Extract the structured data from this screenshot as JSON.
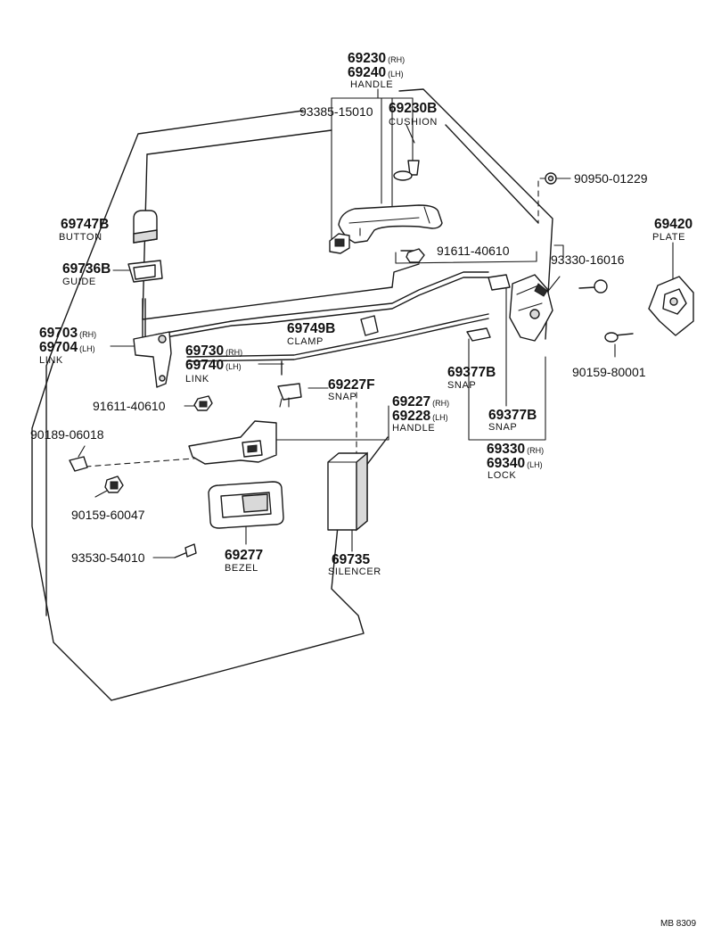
{
  "parts": {
    "handle_outer": {
      "number_rh": "69230",
      "suffix_rh": "(RH)",
      "number_lh": "69240",
      "suffix_lh": "(LH)",
      "name": "HANDLE"
    },
    "screw_93385": {
      "number": "93385-15010"
    },
    "cushion": {
      "number": "69230B",
      "name": "CUSHION"
    },
    "nut_90950": {
      "number": "90950-01229"
    },
    "button": {
      "number": "69747B",
      "name": "BUTTON"
    },
    "bolt_91611_top": {
      "number": "91611-40610"
    },
    "plate": {
      "number": "69420",
      "name": "PLATE"
    },
    "guide": {
      "number": "69736B",
      "name": "GUIDE"
    },
    "screw_93330": {
      "number": "93330-16016"
    },
    "link_69703": {
      "number_rh": "69703",
      "suffix_rh": "(RH)",
      "number_lh": "69704",
      "suffix_lh": "(LH)",
      "name": "LINK"
    },
    "clamp": {
      "number": "69749B",
      "name": "CLAMP"
    },
    "link_69730": {
      "number_rh": "69730",
      "suffix_rh": "(RH)",
      "number_lh": "69740",
      "suffix_lh": "(LH)",
      "name": "LINK"
    },
    "screw_90159_80001": {
      "number": "90159-80001"
    },
    "snap_69377b_a": {
      "number": "69377B",
      "name": "SNAP"
    },
    "bolt_91611_mid": {
      "number": "91611-40610"
    },
    "snap_69227f": {
      "number": "69227F",
      "name": "SNAP"
    },
    "handle_inner": {
      "number_rh": "69227",
      "suffix_rh": "(RH)",
      "number_lh": "69228",
      "suffix_lh": "(LH)",
      "name": "HANDLE"
    },
    "snap_69377b_b": {
      "number": "69377B",
      "name": "SNAP"
    },
    "nut_90189": {
      "number": "90189-06018"
    },
    "lock": {
      "number_rh": "69330",
      "suffix_rh": "(RH)",
      "number_lh": "69340",
      "suffix_lh": "(LH)",
      "name": "LOCK"
    },
    "screw_90159_60047": {
      "number": "90159-60047"
    },
    "bezel": {
      "number": "69277",
      "name": "BEZEL"
    },
    "silencer": {
      "number": "69735",
      "name": "SILENCER"
    },
    "screw_93530": {
      "number": "93530-54010"
    }
  },
  "footer": {
    "code": "MB  8309"
  }
}
